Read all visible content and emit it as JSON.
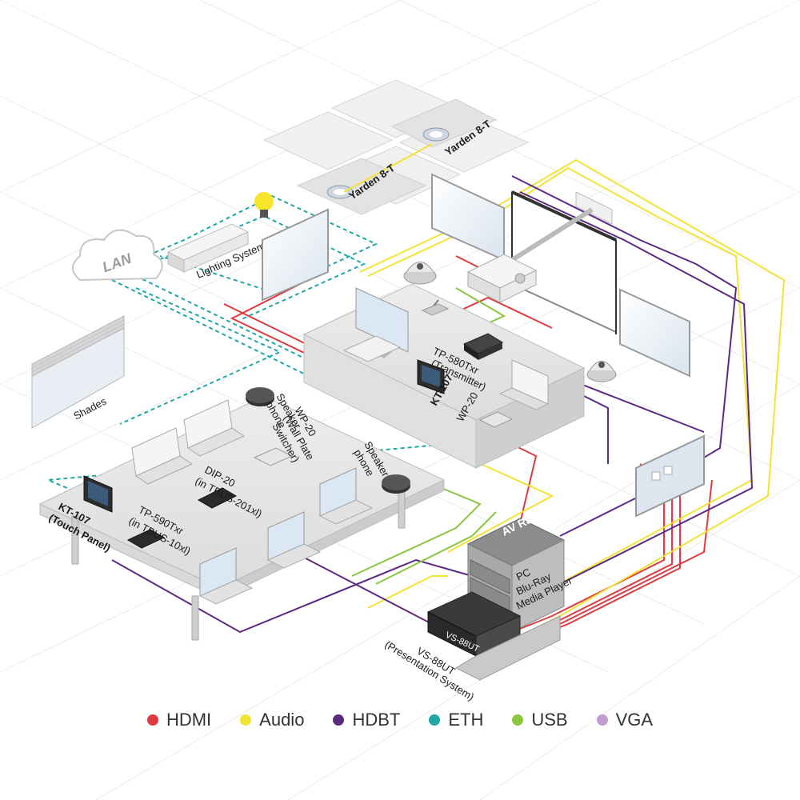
{
  "labels": {
    "lan": "LAN",
    "lighting": "Lighting System",
    "shades": "Shades",
    "yarden_1": "Yarden 8-T",
    "yarden_2": "Yarden 8-T",
    "tp580_1": "TP-580Txr",
    "tp580_2": "(Transmitter)",
    "kt107_upper": "KT-107",
    "wp20_upper": "WP-20",
    "speaker_1a": "Speaker",
    "speaker_1b": "phone",
    "wp20_1": "WP-20",
    "wp20_2": "(Wall Plate",
    "wp20_3": "Switcher)",
    "speaker_2a": "Speaker",
    "speaker_2b": "phone",
    "dip_1": "DIP-20",
    "dip_2": "(in TBUS-201xl)",
    "tp590_1": "TP-590Txr",
    "tp590_2": "(in TBUS-10xl)",
    "kt107_1": "KT-107",
    "kt107_2": "(Touch Panel)",
    "avrack": "AV Rack",
    "pc": "PC",
    "bluray": "Blu-Ray",
    "media": "Media Player",
    "vs88_face": "VS-88UT",
    "vs88_1": "VS-88UT",
    "vs88_2": "(Presentation System)"
  },
  "legend": [
    {
      "label": "HDMI",
      "color": "#e03a3e"
    },
    {
      "label": "Audio",
      "color": "#f2e335"
    },
    {
      "label": "HDBT",
      "color": "#5b2a82"
    },
    {
      "label": "ETH",
      "color": "#1fa7a6"
    },
    {
      "label": "USB",
      "color": "#8cc63f"
    },
    {
      "label": "VGA",
      "color": "#c39bd3"
    }
  ],
  "colors": {
    "hdmi": "#e03a3e",
    "audio": "#f2e335",
    "hdbt": "#5b2a82",
    "eth": "#1fa7a6",
    "usb": "#8cc63f",
    "vga": "#c39bd3"
  }
}
